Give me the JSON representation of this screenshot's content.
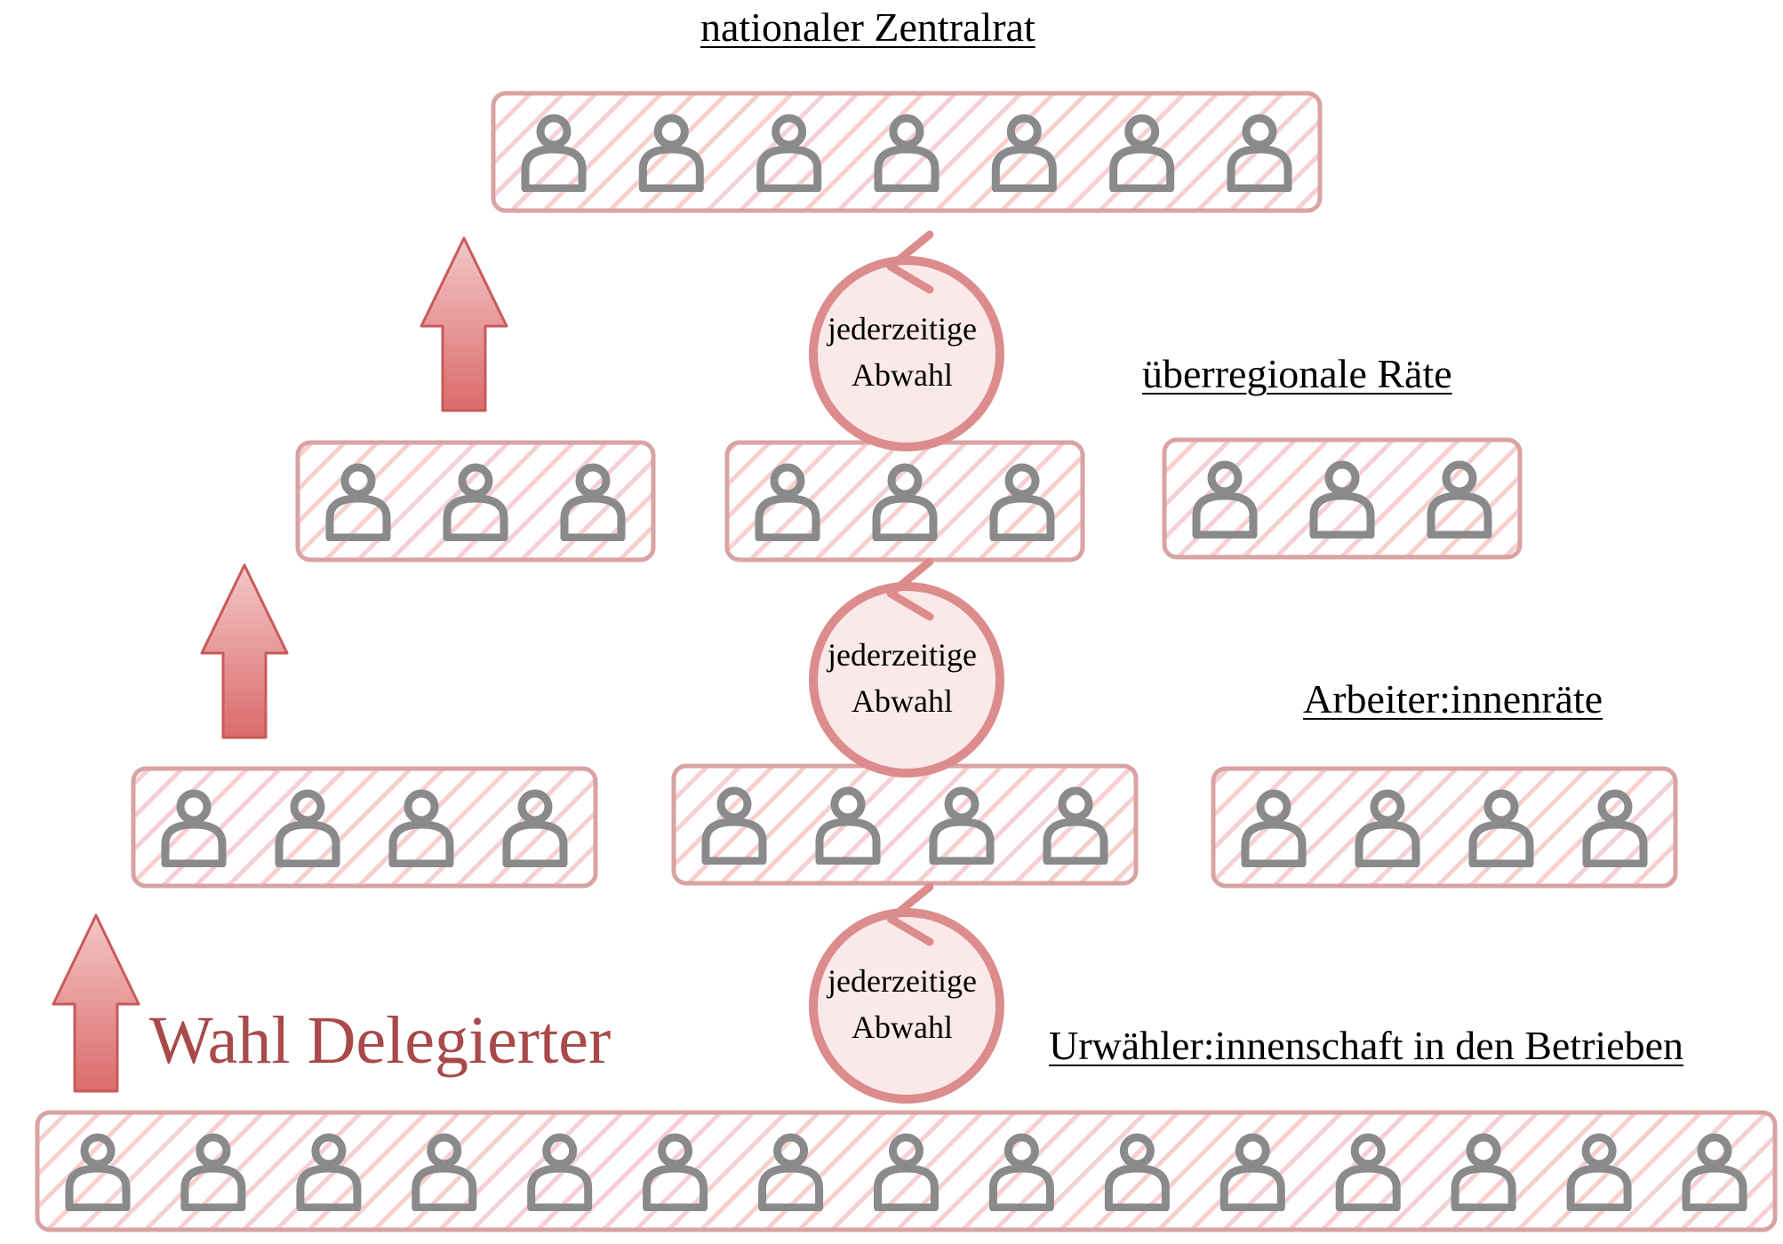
{
  "labels": {
    "top": "nationaler Zentralrat",
    "regional": "überregionale Räte",
    "workers": "Arbeiter:innenräte",
    "base": "Urwähler:innenschaft in den Betrieben",
    "election": "Wahl Delegierter"
  },
  "recall": {
    "line1": "jederzeitige",
    "line2": "Abwahl"
  },
  "colors": {
    "box_stroke": "#d9a3a3",
    "hatch": "#f4c9c9",
    "person": "#8a8a8a",
    "accent": "#d96a6a",
    "accent_text": "#a84a4a"
  },
  "icons": {
    "person": "person-icon",
    "arrow": "up-arrow-icon",
    "recall": "recall-cycle-icon"
  },
  "groups": {
    "top": {
      "members": 7
    },
    "regional": [
      {
        "members": 3
      },
      {
        "members": 3
      },
      {
        "members": 3
      }
    ],
    "workers": [
      {
        "members": 4
      },
      {
        "members": 4
      },
      {
        "members": 4
      }
    ],
    "base": {
      "members": 15
    }
  }
}
